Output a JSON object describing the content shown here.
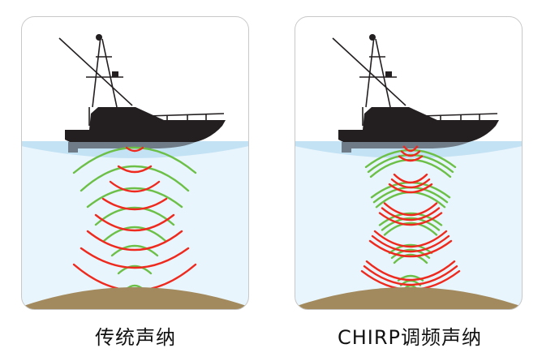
{
  "panels": [
    {
      "id": "traditional",
      "caption": "传统声纳"
    },
    {
      "id": "chirp",
      "caption": "CHIRP调频声纳"
    }
  ],
  "colors": {
    "wide_beam": "#6cbf47",
    "narrow_beam": "#ee2a1f",
    "water": "#e9f5fc",
    "surface": "#c3e2f4",
    "seabed": "#a38a5e",
    "boat": "#231f20"
  }
}
